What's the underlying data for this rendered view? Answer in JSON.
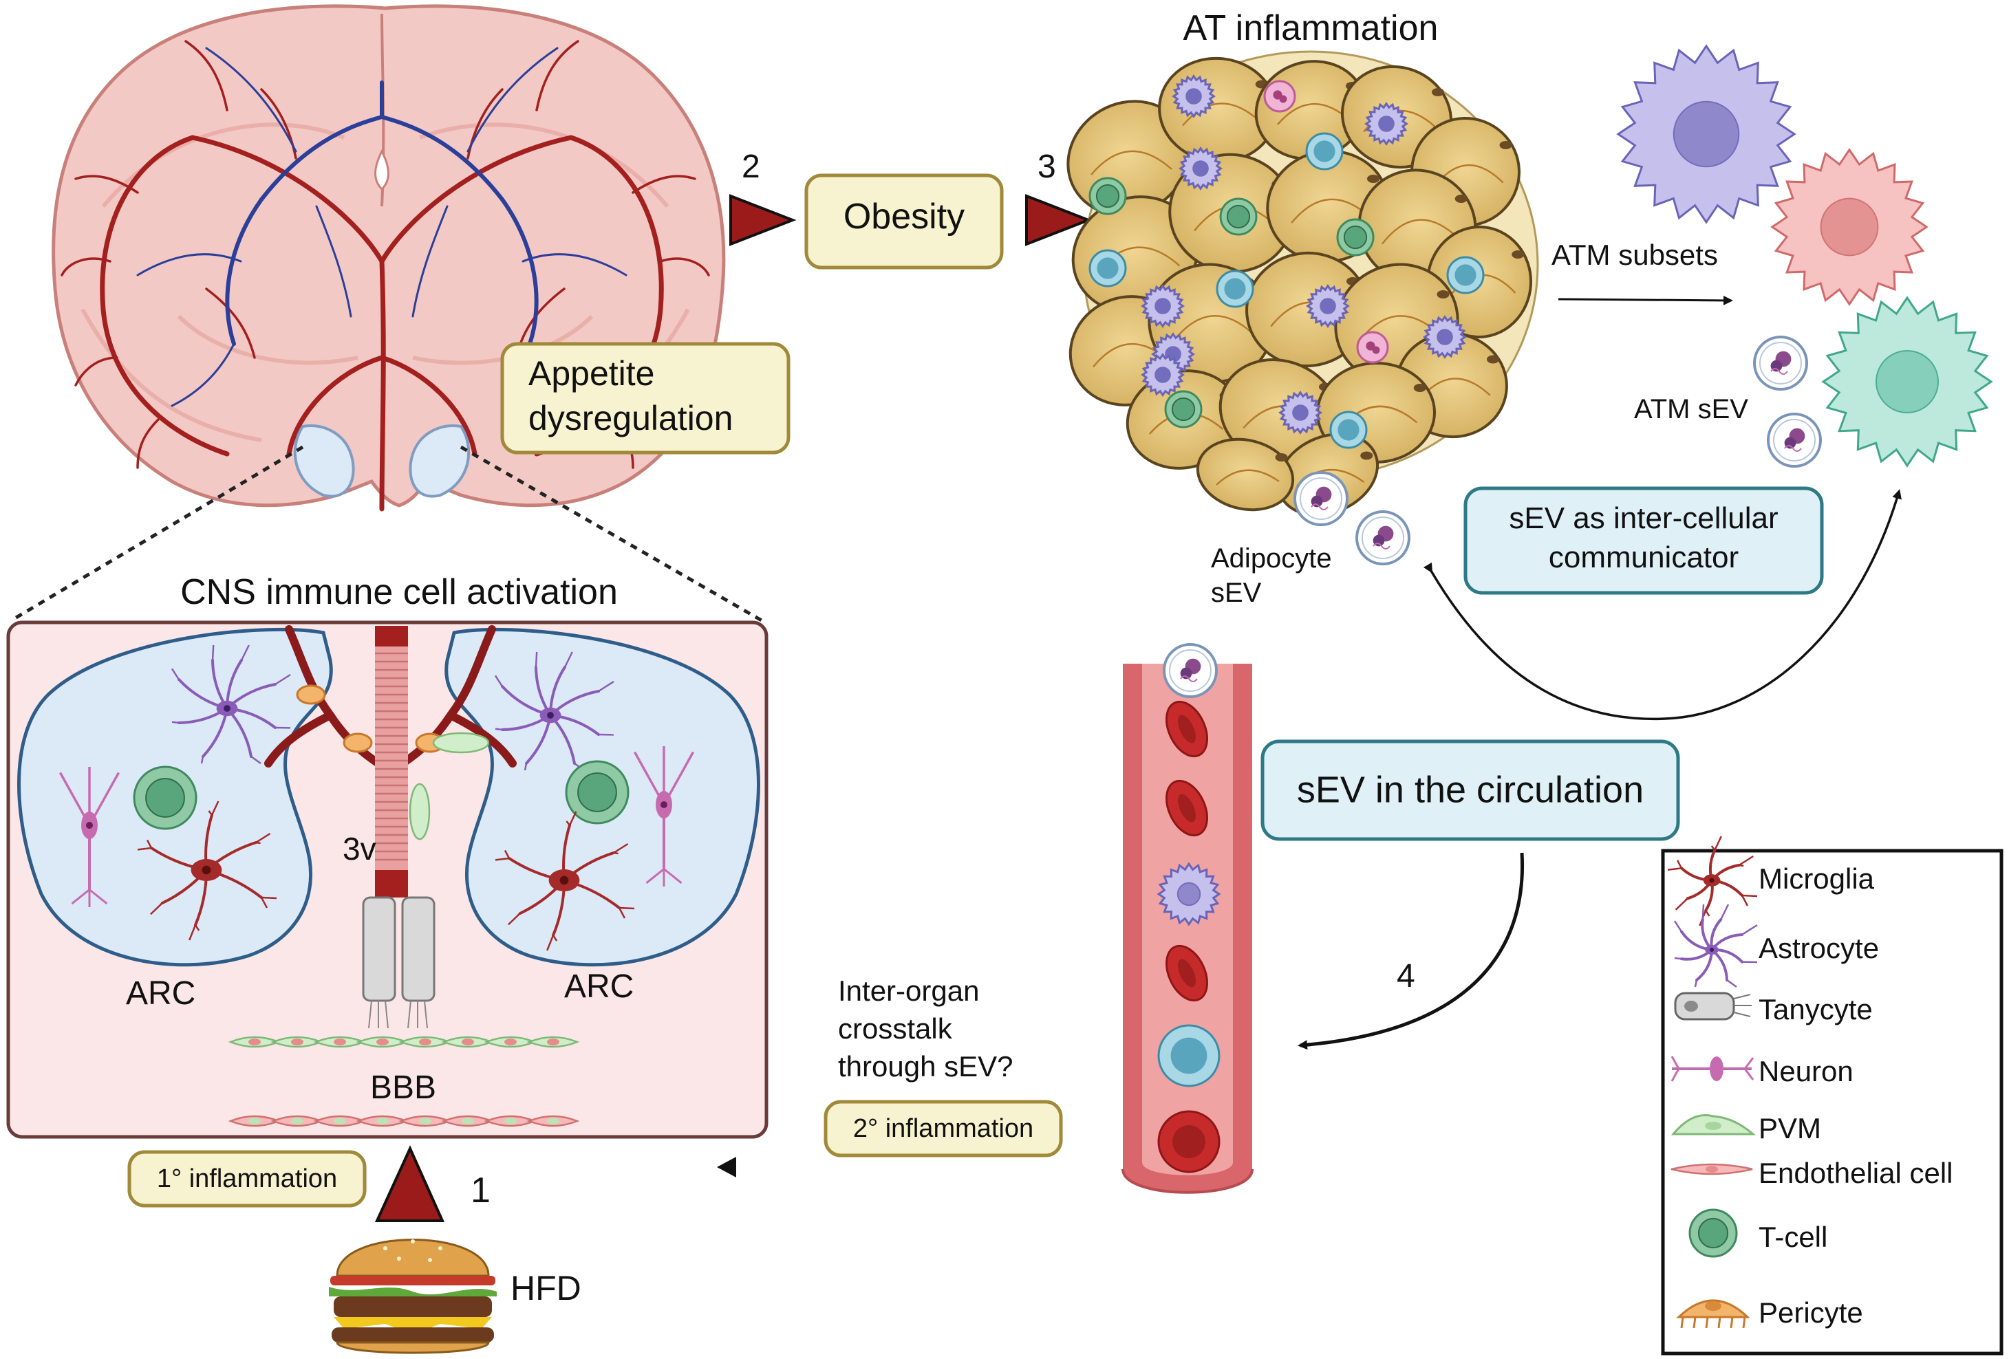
{
  "steps": {
    "s1": "1",
    "s2": "2",
    "s3": "3",
    "s4": "4"
  },
  "brain": {
    "appetite_line1": "Appetite",
    "appetite_line2": "dysregulation"
  },
  "obesity": {
    "label": "Obesity"
  },
  "adipose": {
    "title": "AT inflammation",
    "atm_subsets": "ATM subsets",
    "atm_sev": "ATM sEV",
    "adipocyte_sev_line1": "Adipocyte",
    "adipocyte_sev_line2": "sEV",
    "communicator_line1": "sEV as inter-cellular",
    "communicator_line2": "communicator"
  },
  "circulation": {
    "label": "sEV in the circulation",
    "crosstalk_line1": "Inter-organ",
    "crosstalk_line2": "crosstalk",
    "crosstalk_line3": "through sEV?",
    "secondary": "2° inflammation"
  },
  "cns": {
    "title": "CNS immune cell activation",
    "arc_left": "ARC",
    "arc_right": "ARC",
    "third_ventricle": "3v",
    "bbb": "BBB",
    "primary": "1° inflammation",
    "hfd": "HFD"
  },
  "legend": {
    "items": [
      {
        "label": "Microglia",
        "icon": "microglia-icon"
      },
      {
        "label": "Astrocyte",
        "icon": "astrocyte-icon"
      },
      {
        "label": "Tanycyte",
        "icon": "tanycyte-icon"
      },
      {
        "label": "Neuron",
        "icon": "neuron-icon"
      },
      {
        "label": "PVM",
        "icon": "pvm-icon"
      },
      {
        "label": "Endothelial cell",
        "icon": "endothelial-cell-icon"
      },
      {
        "label": "T-cell",
        "icon": "t-cell-icon"
      },
      {
        "label": "Pericyte",
        "icon": "pericyte-icon"
      }
    ]
  },
  "colors": {
    "beige_box": "#f7f2cf",
    "beige_border": "#a08a3a",
    "blue_box": "#dff0f6",
    "blue_border": "#2d7a86",
    "arrow_red": "#9b1b1b",
    "cns_panel_fill": "#fbe7e7",
    "cns_panel_border": "#6b3a3a",
    "arc_fill": "#dce9f7",
    "arc_border": "#2f5d8a",
    "microglia": "#a52a2a",
    "astrocyte": "#8a5cb8",
    "neuron": "#c76bb0",
    "tcell": "#5aa67c",
    "adipocyte": "#e3c474",
    "vessel": "#d9666a"
  }
}
